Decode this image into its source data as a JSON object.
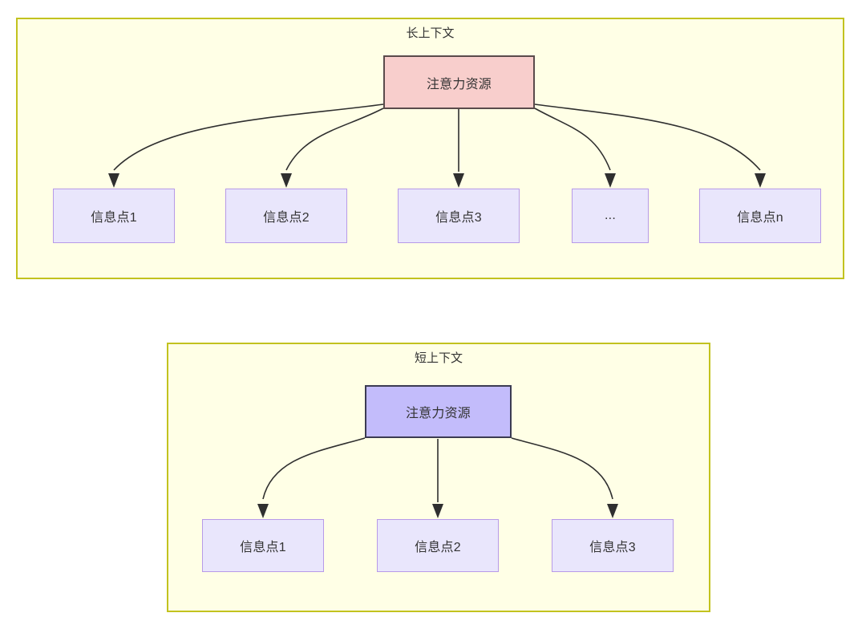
{
  "diagram": {
    "title_hidden": "",
    "colors": {
      "group_fill": "#ffffe6",
      "group_border": "#c2c21f",
      "attention_long_fill": "#f8cecc",
      "attention_long_border": "#5a4b4b",
      "attention_short_fill": "#c3bcfb",
      "attention_short_border": "#3b3b52",
      "info_fill": "#e9e6fc",
      "info_border": "#b79ae8",
      "connector": "#2f2f2f",
      "text": "#333333"
    },
    "groups": [
      {
        "id": "long-context",
        "title": "长上下文",
        "root": {
          "id": "attention-resource-long",
          "label": "注意力资源"
        },
        "children": [
          {
            "id": "info-point-1",
            "label": "信息点1"
          },
          {
            "id": "info-point-2",
            "label": "信息点2"
          },
          {
            "id": "info-point-3",
            "label": "信息点3"
          },
          {
            "id": "info-point-ellipsis",
            "label": "..."
          },
          {
            "id": "info-point-n",
            "label": "信息点n"
          }
        ]
      },
      {
        "id": "short-context",
        "title": "短上下文",
        "root": {
          "id": "attention-resource-short",
          "label": "注意力资源"
        },
        "children": [
          {
            "id": "info-point-1",
            "label": "信息点1"
          },
          {
            "id": "info-point-2",
            "label": "信息点2"
          },
          {
            "id": "info-point-3",
            "label": "信息点3"
          }
        ]
      }
    ]
  }
}
